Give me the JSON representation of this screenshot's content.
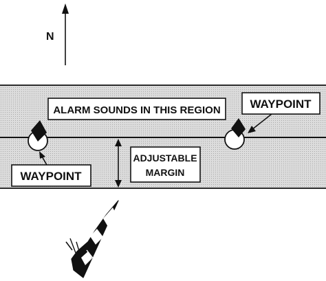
{
  "north": {
    "label": "N"
  },
  "region": {
    "label": "ALARM SOUNDS IN THIS REGION"
  },
  "waypoint_left": {
    "label": "WAYPOINT"
  },
  "waypoint_right": {
    "label": "WAYPOINT"
  },
  "margin": {
    "line1": "ADJUSTABLE",
    "line2": "MARGIN"
  },
  "colors": {
    "band": "#d9d9d9",
    "ink": "#111111",
    "paper": "#ffffff"
  },
  "icons": {
    "waypoint_marker": "waypoint-flag-icon",
    "boat": "boat-icon",
    "north": "north-arrow-icon"
  }
}
